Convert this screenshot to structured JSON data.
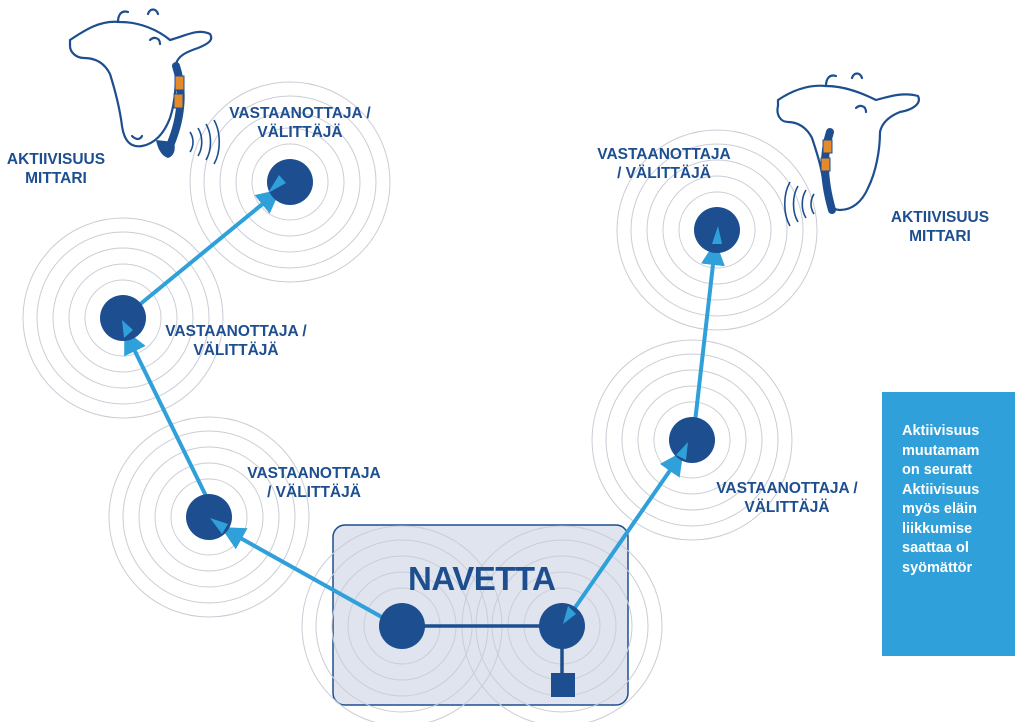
{
  "diagram": {
    "colors": {
      "node": "#1d4e8f",
      "arrow": "#2fa0d9",
      "ring": "#c9cdd6",
      "barn_fill": "#dfe4ee",
      "barn_border": "#1d4e8f",
      "info_box": "#2fa0d9",
      "label": "#1d4e8f"
    },
    "barn": {
      "title": "NAVETTA"
    },
    "sensor_labels": [
      {
        "line1": "AKTIIVISUUS",
        "line2": "MITTARI"
      },
      {
        "line1": "AKTIIVISUUS",
        "line2": "MITTARI"
      }
    ],
    "relay_labels": [
      {
        "line1": "VASTAANOTTAJA /",
        "line2": "VÄLITTÄJÄ"
      },
      {
        "line1": "VASTAANOTTAJA /",
        "line2": "VÄLITTÄJÄ"
      },
      {
        "line1": "VASTAANOTTAJA",
        "line2": "/ VÄLITTÄJÄ"
      },
      {
        "line1": "VASTAANOTTAJA",
        "line2": "/ VÄLITTÄJÄ"
      },
      {
        "line1": "VASTAANOTTAJA /",
        "line2": "VÄLITTÄJÄ"
      }
    ],
    "info_text": [
      "Aktiivisuus",
      "muutamam",
      "on seuratt",
      "Aktiivisuus",
      "myös eläin",
      "liikkumise",
      "saattaa ol",
      "syömättör"
    ],
    "icons": [
      "cow-head-icon",
      "collar-sensor-icon",
      "signal-waves-icon",
      "gateway-square-icon"
    ]
  }
}
